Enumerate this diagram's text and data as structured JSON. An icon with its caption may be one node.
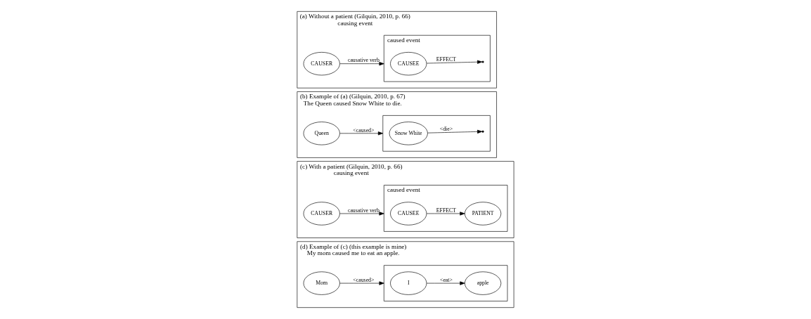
{
  "diagram": {
    "nodes": [
      {
        "text": [
          "(a) Without a patient (Gilquin, 2010, p. 66)",
          "causing event"
        ]
      },
      {
        "text": [
          "CAUSER"
        ],
        "in": 0
      },
      {
        "text": [
          "caused event"
        ],
        "in": 0
      },
      {
        "text": [
          "CAUSEE"
        ],
        "in": 2
      },
      {
        "text": [
          "(b) Example of (a) (Gilquin, 2010, p. 67)",
          "The Queen caused Snow White to die."
        ]
      },
      {
        "text": [
          "Queen"
        ],
        "in": 4
      },
      {
        "text": [],
        "shape": "box",
        "in": 4
      },
      {
        "text": [
          "Snow White"
        ],
        "in": 6
      },
      {
        "text": [
          "(c) With a patient (Gilquin, 2010, p. 66)",
          "causing event"
        ]
      },
      {
        "text": [
          "CAUSER"
        ],
        "in": 8
      },
      {
        "text": [
          "caused event"
        ],
        "in": 8
      },
      {
        "text": [
          "CAUSEE"
        ],
        "in": 10
      },
      {
        "text": [
          "PATIENT"
        ],
        "in": 10
      },
      {
        "text": [
          "(d) Example of (c) (this example is mine)",
          "My mom caused me to eat an apple."
        ]
      },
      {
        "text": [
          "Mom"
        ],
        "in": 13
      },
      {
        "text": [],
        "shape": "box",
        "in": 13
      },
      {
        "text": [
          "I"
        ],
        "in": 15
      },
      {
        "text": [
          "apple"
        ],
        "in": 15
      }
    ],
    "edges": [
      {
        "from": 1,
        "to": 2,
        "arrow": "to",
        "label": "causative verb"
      },
      {
        "from": 3,
        "to": null,
        "arrow": "to",
        "label": "EFFECT"
      },
      {
        "from": 5,
        "to": 6,
        "arrow": "to",
        "label": "<caused>"
      },
      {
        "from": 7,
        "to": null,
        "arrow": "to",
        "label": "<die>"
      },
      {
        "from": 9,
        "to": 10,
        "arrow": "to",
        "label": "causative verb"
      },
      {
        "from": 11,
        "to": 12,
        "arrow": "to",
        "label": "EFFECT"
      },
      {
        "from": 14,
        "to": 15,
        "arrow": "to",
        "label": "<caused>"
      },
      {
        "from": 16,
        "to": 17,
        "arrow": "to",
        "label": "<eat>"
      }
    ]
  }
}
